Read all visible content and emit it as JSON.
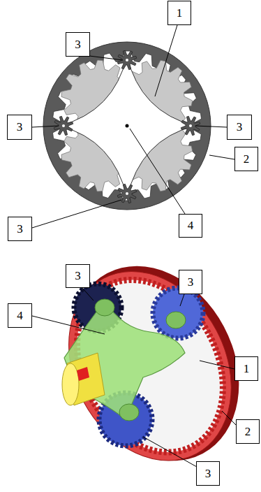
{
  "diagram": {
    "labels": [
      "1",
      "3",
      "3",
      "3",
      "2",
      "4",
      "3",
      "3",
      "3",
      "4",
      "1",
      "2",
      "3"
    ]
  }
}
